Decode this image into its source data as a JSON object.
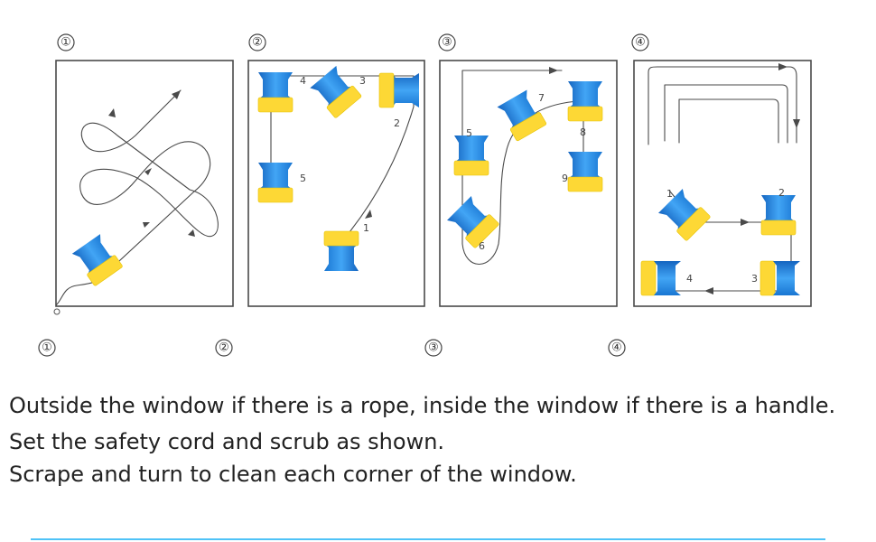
{
  "panels": [
    {
      "number": "①"
    },
    {
      "number": "②",
      "steps": [
        "1",
        "2",
        "3",
        "4",
        "5"
      ]
    },
    {
      "number": "③",
      "steps": [
        "5",
        "6",
        "7",
        "8",
        "9"
      ]
    },
    {
      "number": "④",
      "steps": [
        "1",
        "2",
        "3",
        "4"
      ]
    }
  ],
  "bottom_labels": [
    "①",
    "②",
    "③",
    "④"
  ],
  "captions": [
    "Outside the window if there is a rope, inside the window if there is a handle.",
    "Set the safety cord and scrub as shown.",
    "Scrape and turn to clean each corner of the window."
  ],
  "colors": {
    "pad_blue": "#1e88e5",
    "pad_light_blue": "#64b5f6",
    "sponge_yellow": "#fdd835",
    "divider": "#4fc3f7"
  }
}
